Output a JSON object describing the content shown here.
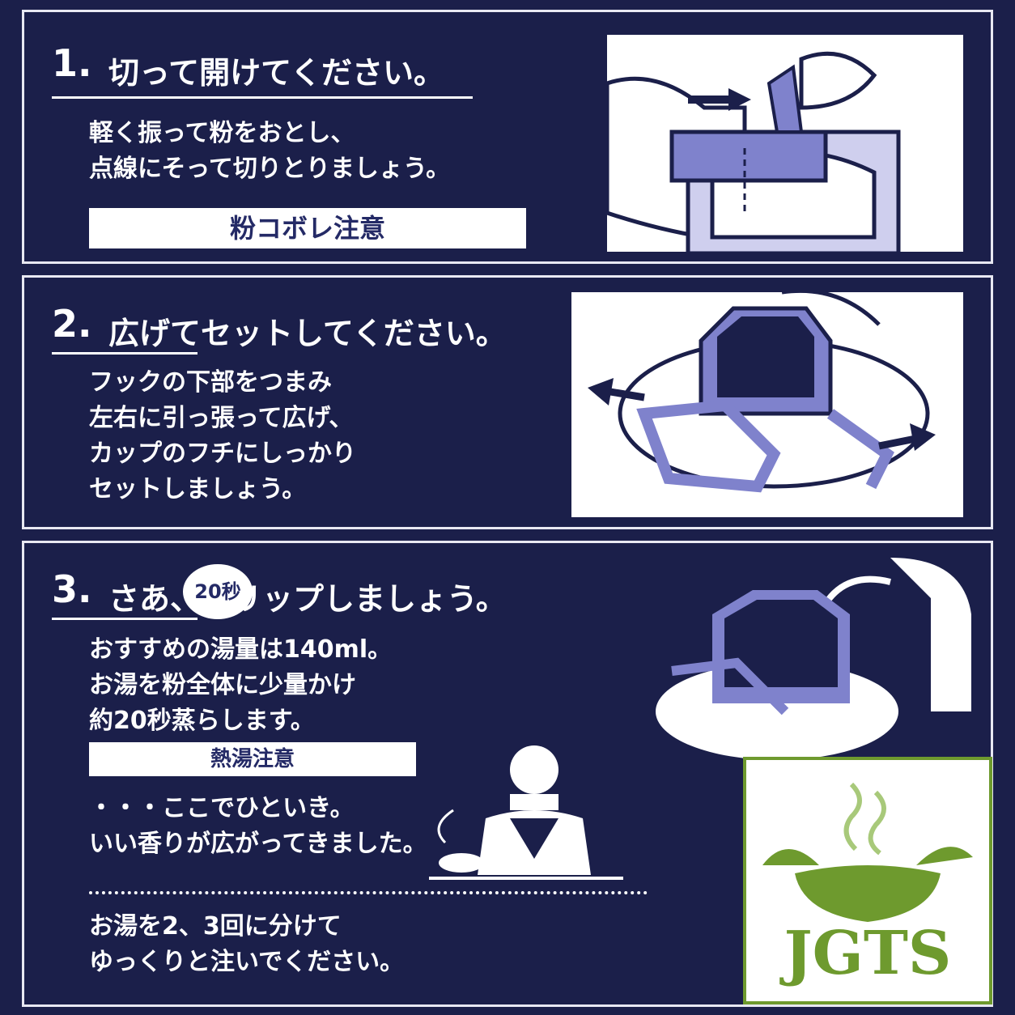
{
  "steps": [
    {
      "number": "1.",
      "title": "切って開けてください。",
      "body": "軽く振って粉をおとし、\n点線にそって切りとりましょう。",
      "warning": "粉コボレ注意"
    },
    {
      "number": "2.",
      "title": "広げてセットしてください。",
      "body": "フックの下部をつまみ\n左右に引っ張って広げ、\nカップのフチにしっかり\nセットしましょう。"
    },
    {
      "number": "3.",
      "title": "さあ、ドリップしましょう。",
      "body": "おすすめの湯量は140ml。\nお湯を粉全体に少量かけ\n約20秒蒸らします。",
      "warning": "熱湯注意",
      "pause": "・・・ここでひといき。\nいい香りが広がってきました。",
      "final": "お湯を2、3回に分けて\nゆっくりと注いでください。",
      "bubble": "20秒"
    }
  ],
  "logo": {
    "text": "JGTS"
  },
  "colors": {
    "background": "#1b1f4a",
    "panel_border": "#e8e8f2",
    "accent": "#5b5fb5",
    "logo_green": "#6e9a2e"
  }
}
